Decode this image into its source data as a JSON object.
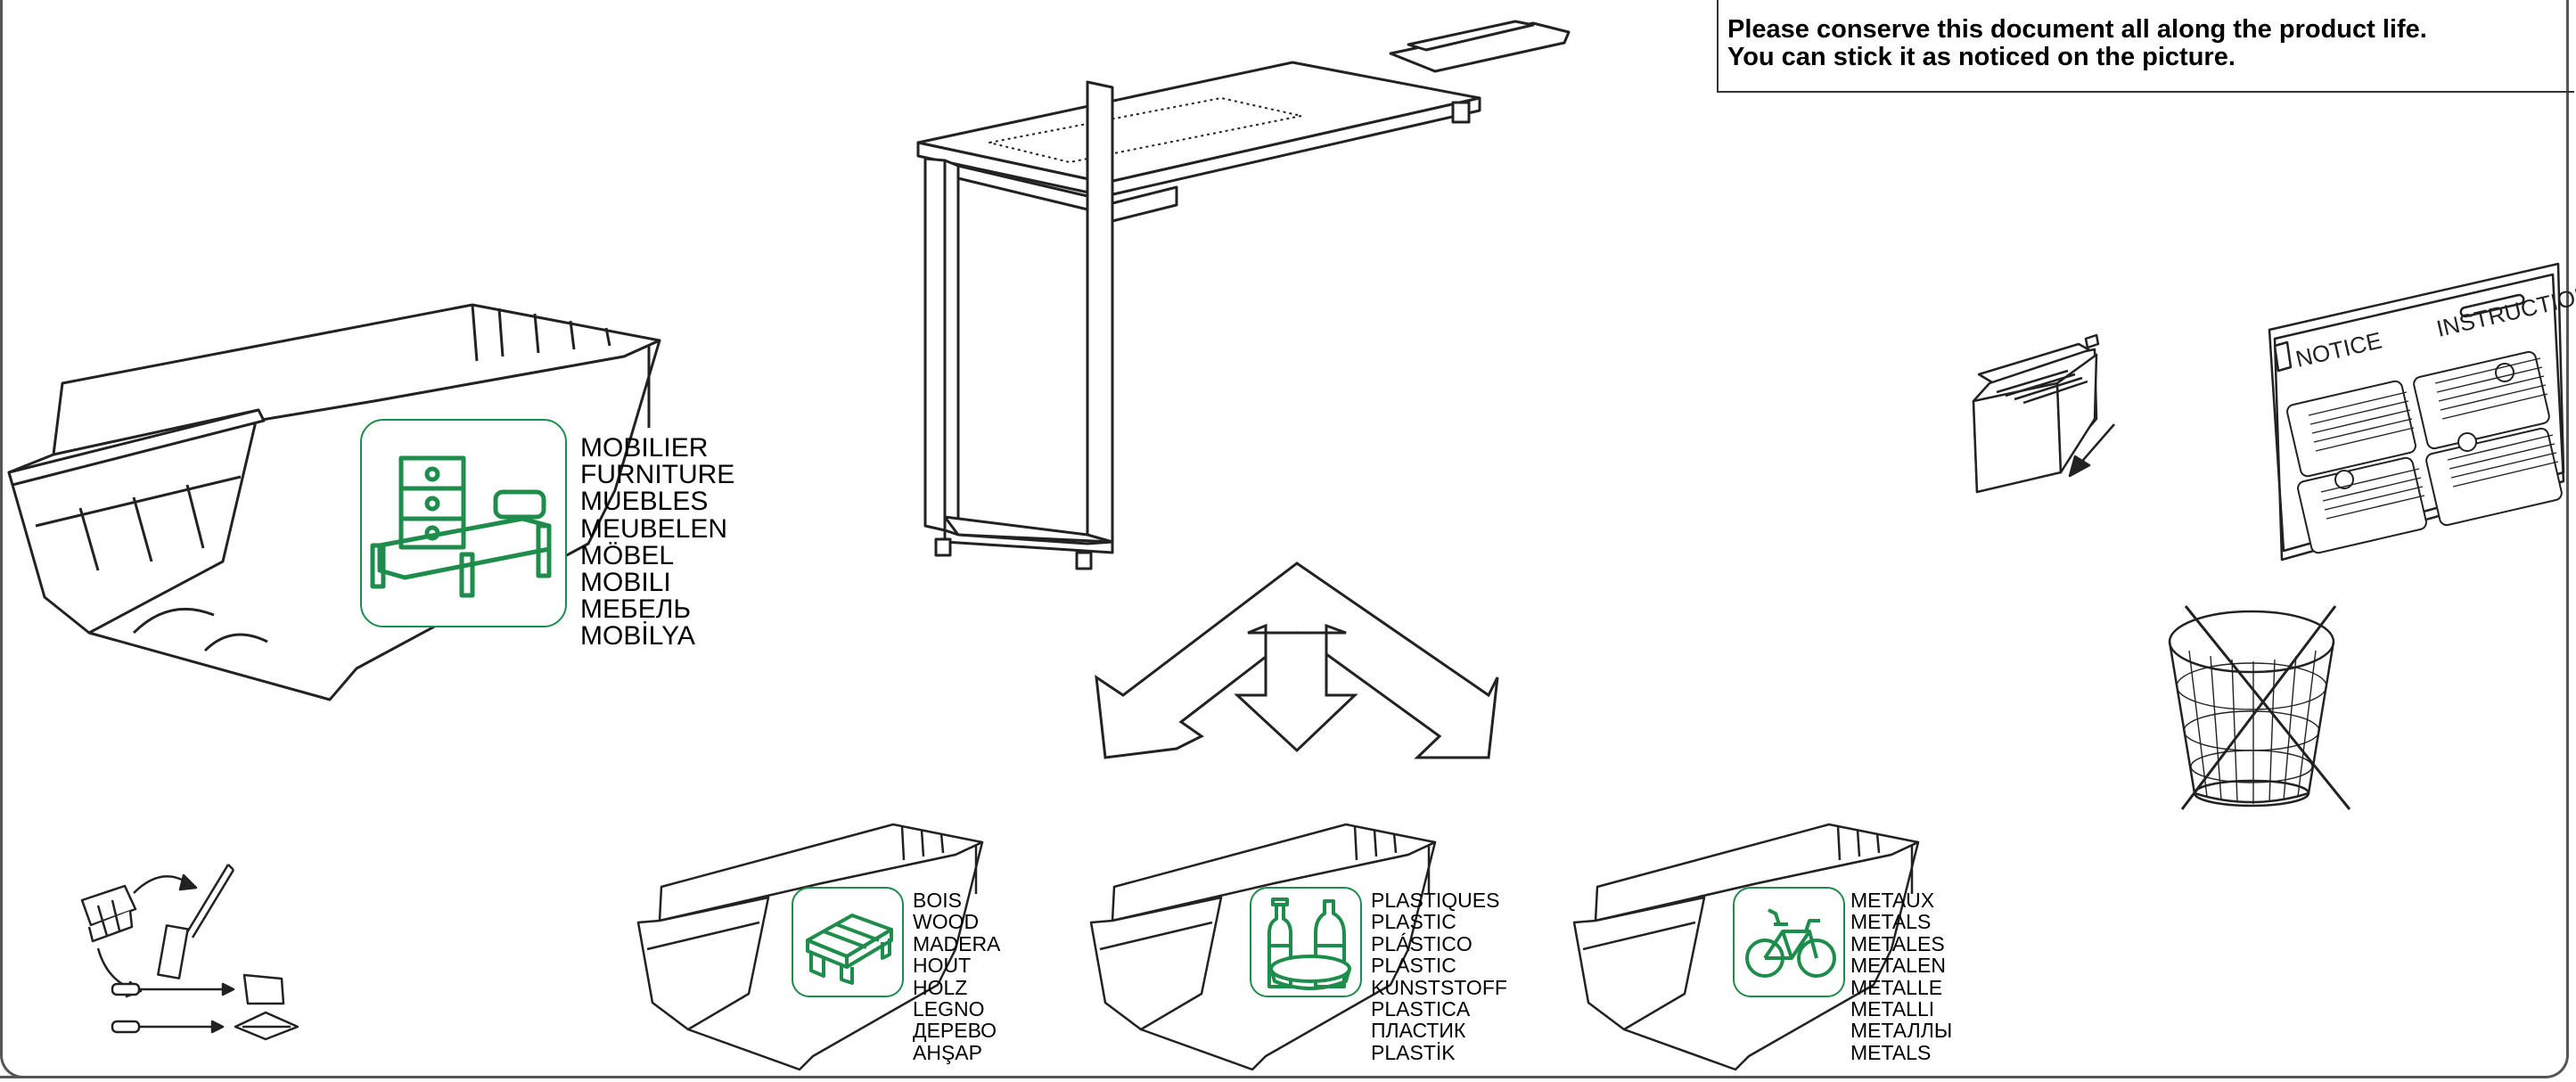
{
  "notice": {
    "line1": "Please conserve this document all along the product life.",
    "line2": "You can stick it as noticed on the picture."
  },
  "binder": {
    "label_notice": "NOTICE",
    "label_instructions": "INSTRUCTIONS"
  },
  "categories": {
    "furniture": {
      "icon": "furniture-bed-icon",
      "labels": [
        "MOBILIER",
        "FURNITURE",
        "MUEBLES",
        "MEUBELEN",
        "MÖBEL",
        "MOBILI",
        "МЕБЕЛЬ",
        "MOBİLYA"
      ]
    },
    "wood": {
      "icon": "wood-pallet-icon",
      "labels": [
        "BOIS",
        "WOOD",
        "MADERA",
        "HOUT",
        "HOLZ",
        "LEGNO",
        "ДЕРЕВО",
        "AHŞAP"
      ]
    },
    "plastic": {
      "icon": "plastic-bottles-icon",
      "labels": [
        "PLASTIQUES",
        "PLASTIC",
        "PLÁSTICO",
        "PLASTIC",
        "KUNSTSTOFF",
        "PLASTICA",
        "ПЛАСТИК",
        "PLASTİK"
      ]
    },
    "metal": {
      "icon": "bicycle-icon",
      "labels": [
        "METAUX",
        "METALS",
        "METALES",
        "METALEN",
        "METALLE",
        "METALLI",
        "МЕТАЛЛЫ",
        "METALS"
      ]
    }
  },
  "colors": {
    "icon_green": "#1e8c4a",
    "line": "#222222"
  }
}
